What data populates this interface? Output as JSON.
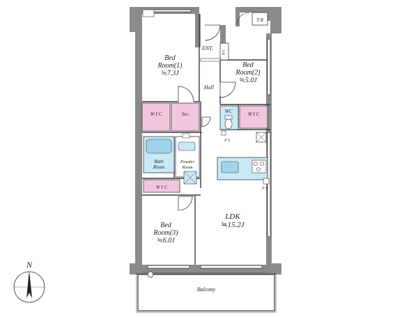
{
  "colors": {
    "wall": "#8a8a8a",
    "wall_dark": "#6d6d6d",
    "line": "#3a3a3a",
    "closet_pink": "#f2c6dd",
    "wet_blue": "#c9e9f6",
    "wet_blue_dark": "#9fd4ec",
    "floor": "#ffffff"
  },
  "rooms": {
    "bed1": {
      "name": "Bed",
      "sub": "Room(1)",
      "size": "≒7.3J"
    },
    "bed2": {
      "name": "Bed",
      "sub": "Room(2)",
      "size": "≒5.0J"
    },
    "bed3": {
      "name": "Bed",
      "sub": "Room(3)",
      "size": "≒6.0J"
    },
    "ldk": {
      "name": "LDK",
      "size": "≒15.2J"
    }
  },
  "labels": {
    "entrance": "ENT.",
    "hall": "Hall",
    "wic1": "W I C",
    "wic2": "W I C",
    "wic3": "W I C",
    "storage": "Sto.",
    "wc": "WC",
    "bath": "Bath",
    "bath_room": "Room",
    "powder": "Powder",
    "powder_room": "Room",
    "balcony": "Balcony",
    "tr": "T R",
    "ps1": "P S",
    "ps2": "P S",
    "shoes": "S.B",
    "north": "N"
  },
  "icons": [
    "compass-north-icon",
    "toilet-icon",
    "bathtub-icon",
    "sink-icon",
    "cooktop-icon",
    "washer-icon"
  ]
}
